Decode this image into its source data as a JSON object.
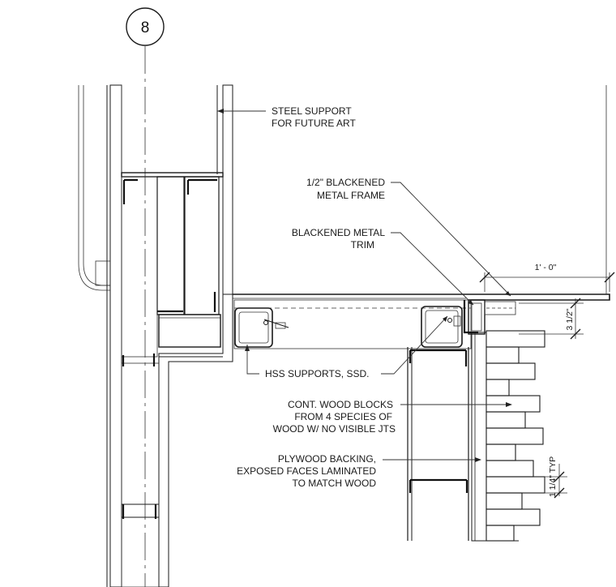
{
  "grid_bubble": "8",
  "notes": {
    "steel_support_1": "STEEL SUPPORT",
    "steel_support_2": "FOR FUTURE ART",
    "metal_frame_1": "1/2\" BLACKENED",
    "metal_frame_2": "METAL FRAME",
    "metal_trim_1": "BLACKENED METAL",
    "metal_trim_2": "TRIM",
    "hss": "HSS SUPPORTS, SSD.",
    "wood_blocks_1": "CONT. WOOD BLOCKS",
    "wood_blocks_2": "FROM 4 SPECIES OF",
    "wood_blocks_3": "WOOD W/ NO VISIBLE JTS",
    "plywood_1": "PLYWOOD BACKING,",
    "plywood_2": "EXPOSED FACES LAMINATED",
    "plywood_3": "TO MATCH WOOD"
  },
  "dimensions": {
    "overhang": "1' - 0\"",
    "frame_depth": "3 1/2\"",
    "block_spacing": "1 1/4\" TYP"
  }
}
